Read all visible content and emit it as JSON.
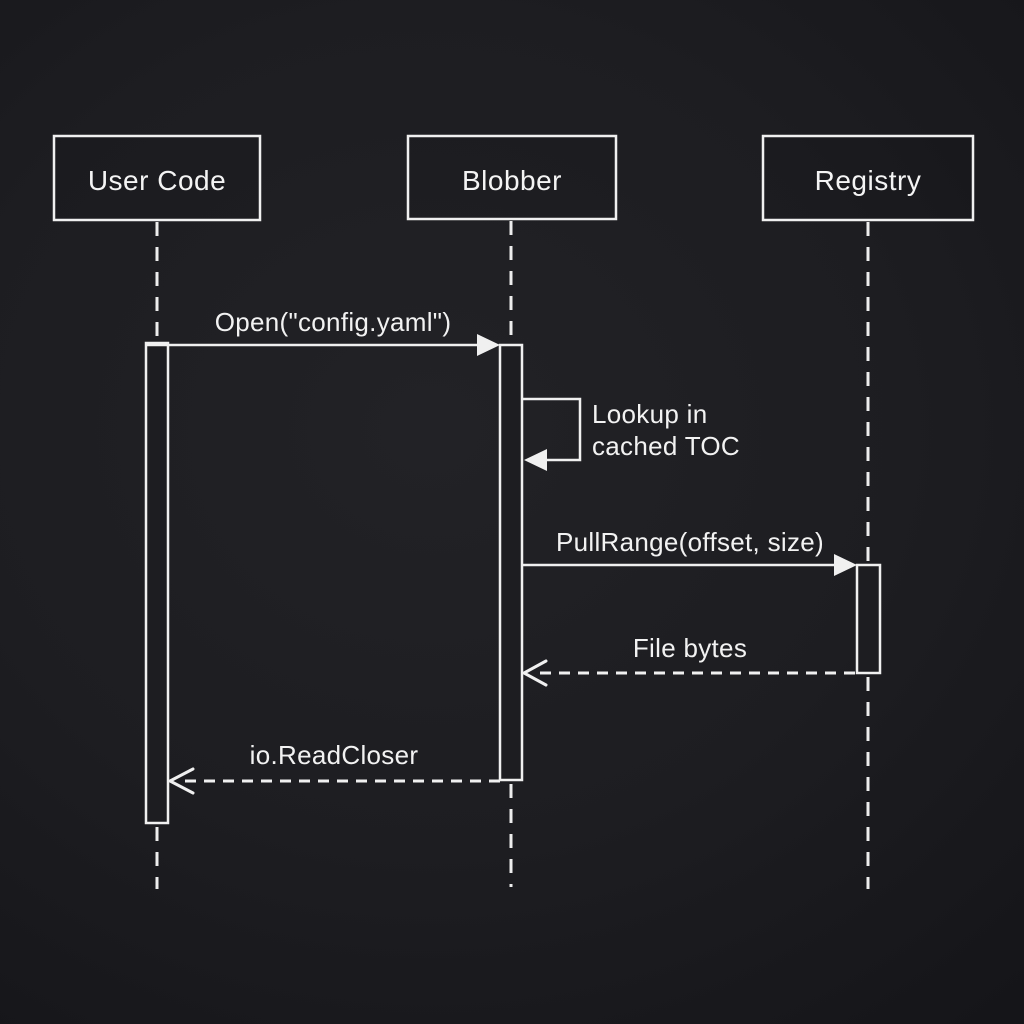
{
  "diagram": {
    "type": "sequence-diagram",
    "theme": {
      "background": "#1d1d21",
      "background_edge": "#151519",
      "line_color": "#f0f0f0",
      "text_color": "#f2f2f2"
    },
    "actors": [
      {
        "id": "user-code",
        "label": "User Code"
      },
      {
        "id": "blobber",
        "label": "Blobber"
      },
      {
        "id": "registry",
        "label": "Registry"
      }
    ],
    "messages": [
      {
        "from": "User Code",
        "to": "Blobber",
        "label": "Open(\"config.yaml\")",
        "line_style": "solid",
        "arrowhead": "filled"
      },
      {
        "from": "Blobber",
        "to": "Blobber",
        "label": "Lookup in cached TOC",
        "label_lines": [
          "Lookup in",
          "cached TOC"
        ],
        "line_style": "solid-self-loop",
        "arrowhead": "filled"
      },
      {
        "from": "Blobber",
        "to": "Registry",
        "label": "PullRange(offset, size)",
        "line_style": "solid",
        "arrowhead": "filled"
      },
      {
        "from": "Registry",
        "to": "Blobber",
        "label": "File bytes",
        "line_style": "dashed",
        "arrowhead": "open"
      },
      {
        "from": "Blobber",
        "to": "User Code",
        "label": "io.ReadCloser",
        "line_style": "dashed",
        "arrowhead": "open"
      }
    ]
  }
}
